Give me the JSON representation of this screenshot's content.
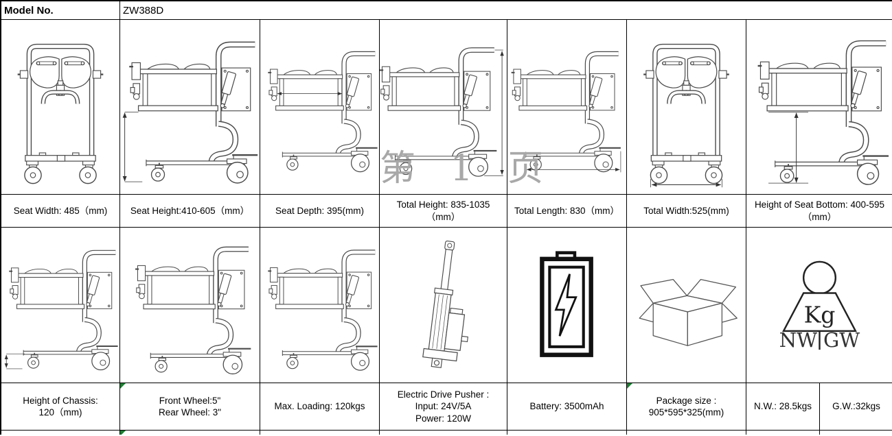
{
  "header": {
    "model_label": "Model No.",
    "model_value": "ZW388D"
  },
  "watermark": "第 1 页",
  "specs_row1": [
    {
      "lines": [
        "Seat Width: 485（mm)"
      ]
    },
    {
      "lines": [
        "Seat Height:410-605（mm）"
      ]
    },
    {
      "lines": [
        "Seat Depth: 395(mm)"
      ]
    },
    {
      "lines": [
        "Total Height: 835-1035",
        "（mm）"
      ]
    },
    {
      "lines": [
        "Total Length: 830（mm）"
      ]
    },
    {
      "lines": [
        "Total Width:525(mm)"
      ]
    },
    {
      "lines": [
        "Height of Seat Bottom: 400-595",
        "（mm）"
      ]
    }
  ],
  "specs_row2": [
    {
      "lines": [
        "Height of Chassis:",
        "120（mm)"
      ]
    },
    {
      "lines": [
        "Front Wheel:5\"",
        "Rear Wheel: 3\""
      ]
    },
    {
      "lines": [
        "Max. Loading: 120kgs"
      ]
    },
    {
      "lines": [
        "Electric Drive Pusher :",
        "Input: 24V/5A",
        "Power: 120W"
      ]
    },
    {
      "lines": [
        "Battery: 3500mAh"
      ]
    },
    {
      "lines": [
        "Package size :",
        "905*595*325(mm)"
      ]
    },
    {
      "lines": [
        "N.W.: 28.5kgs"
      ]
    },
    {
      "lines": [
        "G.W.:32kgs"
      ]
    }
  ],
  "drawings": {
    "row1": [
      "transfer-chair-front-view",
      "transfer-chair-side-view-seat-height-dimension",
      "transfer-chair-side-view-seat-depth-dimension",
      "transfer-chair-side-view-total-height-dimension",
      "transfer-chair-side-view-total-length-dimension",
      "transfer-chair-front-view-total-width-dimension",
      "transfer-chair-side-view-seat-bottom-height-dimension"
    ],
    "row2": [
      "transfer-chair-side-view-chassis-height-dimension",
      "transfer-chair-side-view-wheels",
      "transfer-chair-side-view",
      "electric-linear-actuator",
      "battery-lightning-icon",
      "open-carton-box-icon",
      "weight-kg-icon"
    ]
  },
  "weight_icon": {
    "kg_label": "Kg",
    "nw_label": "NW",
    "gw_label": "GW"
  },
  "colors": {
    "grid_line": "#000000",
    "drawing_line": "#4a4a4a",
    "watermark_text": "#a8a8a8",
    "error_indicator_green": "#1e7d32"
  }
}
